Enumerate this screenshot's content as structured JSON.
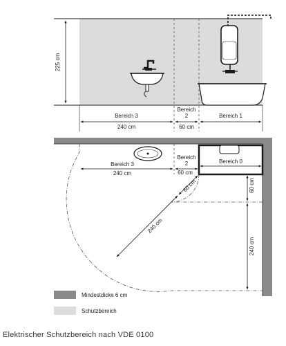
{
  "elevation": {
    "height_label": "225 cm",
    "zone3_label": "Bereich 3",
    "zone2_label_line1": "Bereich",
    "zone2_label_line2": "2",
    "zone1_label": "Bereich 1",
    "width3_label": "240 cm",
    "width2_label": "60 cm"
  },
  "plan": {
    "zone3_label": "Bereich 3",
    "zone3_width_label": "240 cm",
    "zone2_label_line1": "Bereich",
    "zone2_label_line2": "2",
    "zone2_width_label": "60 cm",
    "zone0_label": "Bereich 0",
    "diag_60_label": "60 cm",
    "diag_240_label": "240 cm",
    "right_60_label": "60 cm",
    "right_240_label": "240 cm"
  },
  "legend": {
    "wall_label": "Mindestdicke 6 cm",
    "protect_label": "Schutzbereich"
  },
  "colors": {
    "protect_fill": "#dcdcdc",
    "wall_fill": "#8a8a8a",
    "line": "#1a1a1a",
    "fixture": "#ffffff"
  },
  "caption": "Elektrischer Schutzbereich nach VDE 0100"
}
